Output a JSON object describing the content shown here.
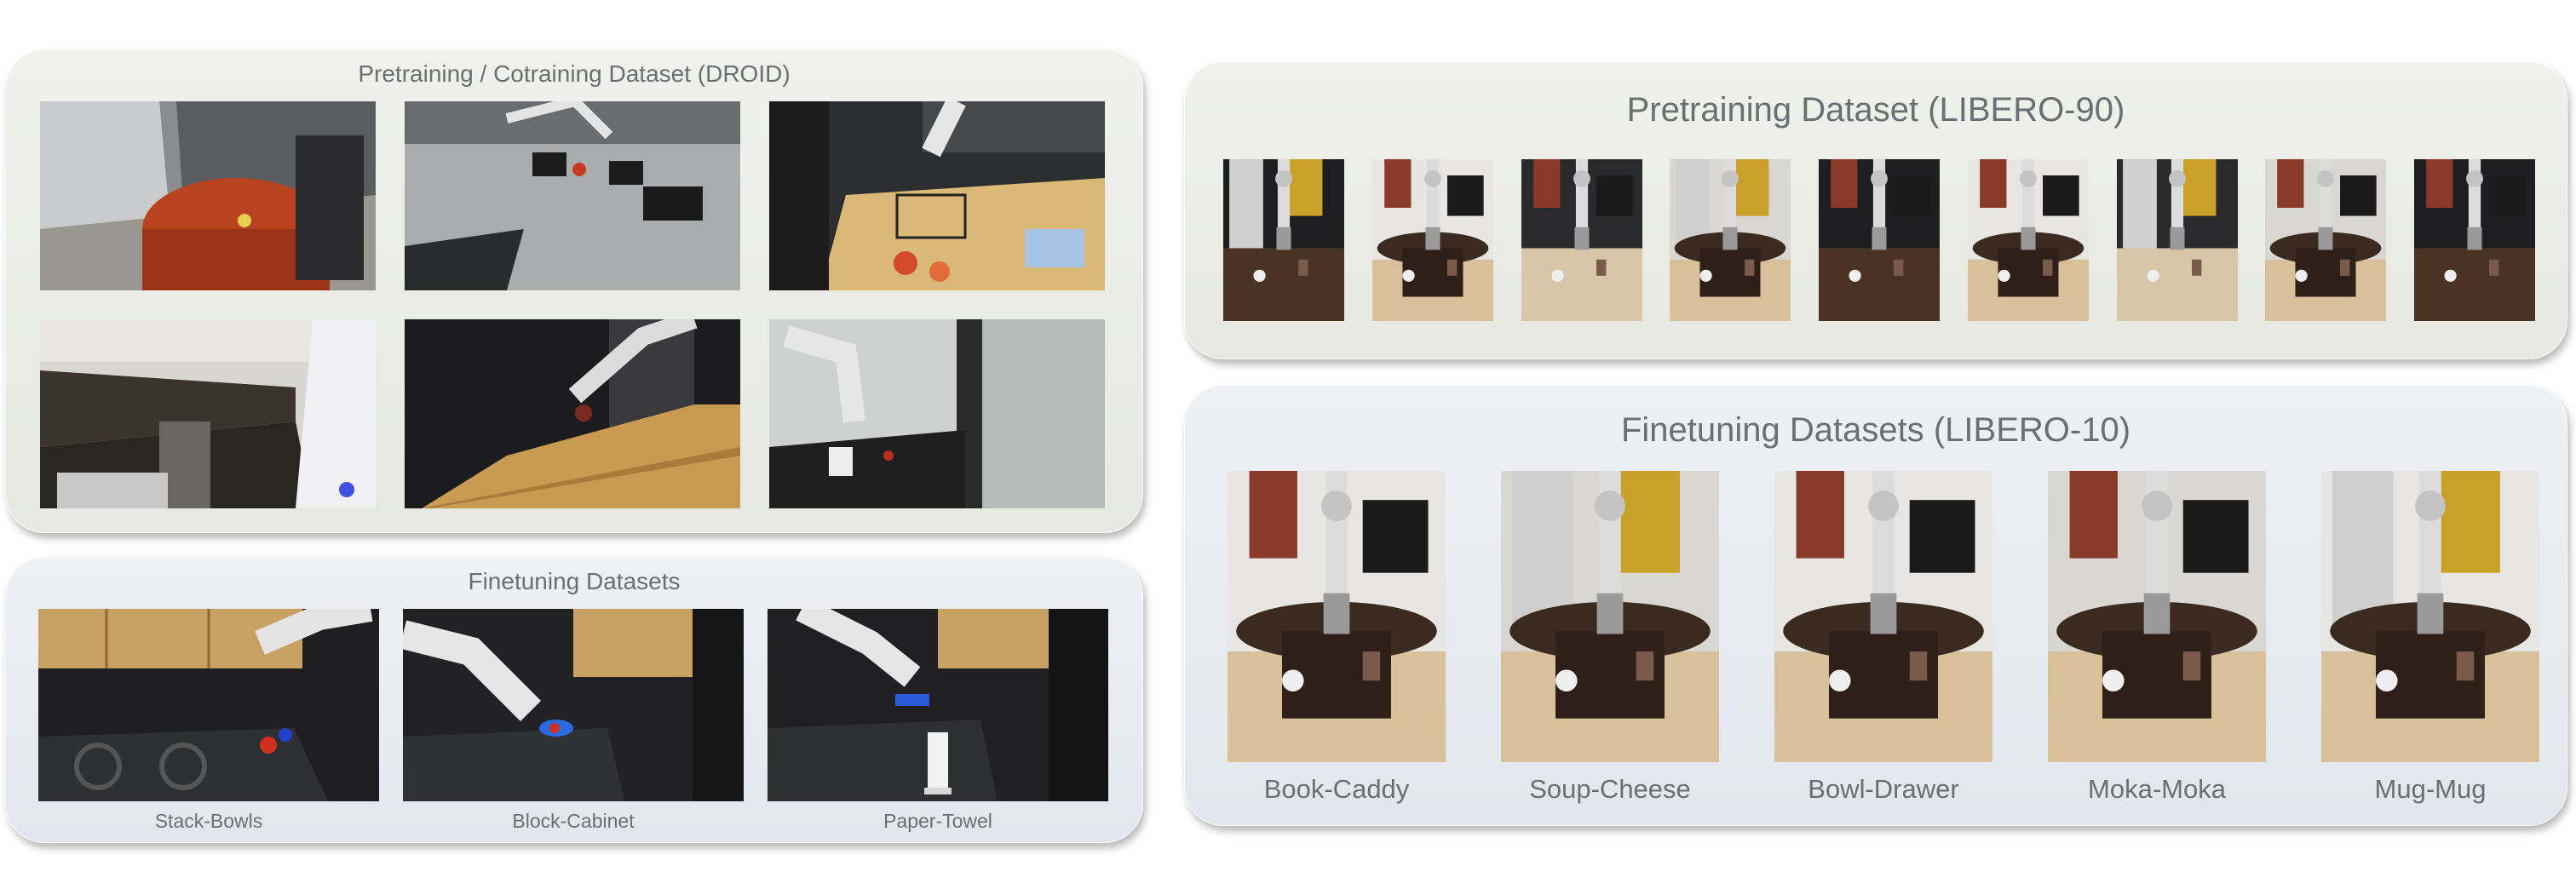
{
  "panels": {
    "droid": {
      "title": "Pretraining / Cotraining Dataset (DROID)"
    },
    "real_finetune": {
      "title": "Finetuning Datasets",
      "tasks": [
        "Stack-Bowls",
        "Block-Cabinet",
        "Paper-Towel"
      ]
    },
    "libero90": {
      "title": "Pretraining Dataset (LIBERO-90)"
    },
    "libero10": {
      "title": "Finetuning Datasets (LIBERO-10)",
      "tasks": [
        "Book-Caddy",
        "Soup-Cheese",
        "Bowl-Drawer",
        "Moka-Moka",
        "Mug-Mug"
      ]
    }
  },
  "colors": {
    "pretrain_panel": "#eceee8",
    "finetune_panel": "#e7eaf0",
    "title_text": "#6b6f72"
  }
}
